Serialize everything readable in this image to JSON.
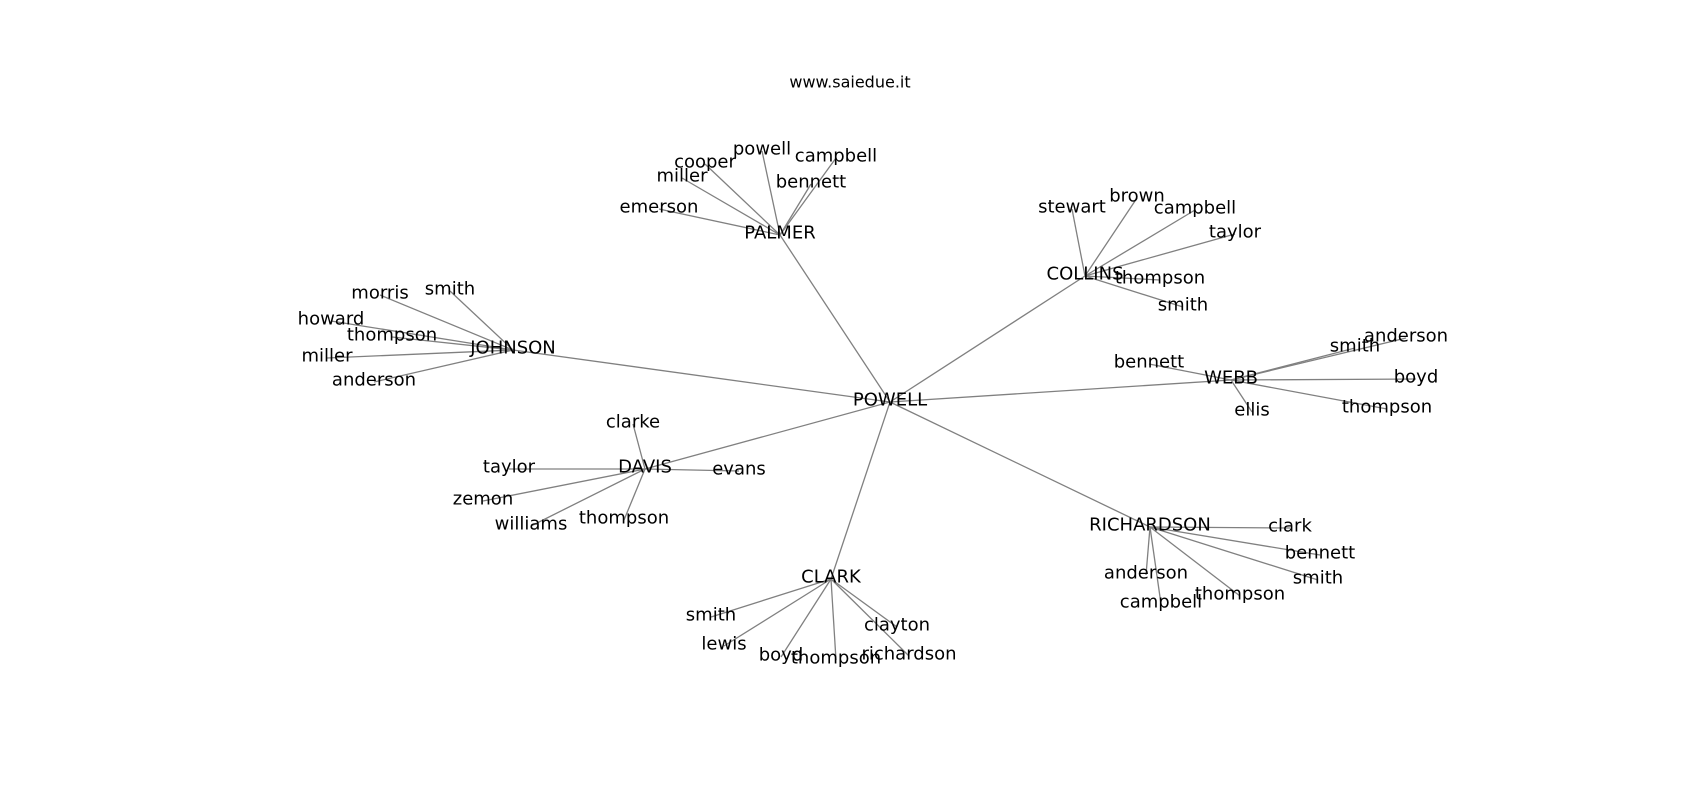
{
  "site_label": "www.saiedue.it",
  "colors": {
    "edge": "#808080",
    "text": "#000000",
    "background": "#ffffff"
  },
  "root": "POWELL",
  "hubs": [
    {
      "name": "PALMER",
      "leaves": [
        "powell",
        "cooper",
        "campbell",
        "miller",
        "bennett",
        "emerson"
      ]
    },
    {
      "name": "COLLINS",
      "leaves": [
        "stewart",
        "brown",
        "campbell",
        "taylor",
        "thompson",
        "smith"
      ]
    },
    {
      "name": "JOHNSON",
      "leaves": [
        "smith",
        "morris",
        "howard",
        "thompson",
        "miller",
        "anderson"
      ]
    },
    {
      "name": "WEBB",
      "leaves": [
        "anderson",
        "smith",
        "bennett",
        "boyd",
        "ellis",
        "thompson"
      ]
    },
    {
      "name": "DAVIS",
      "leaves": [
        "clarke",
        "taylor",
        "evans",
        "zemon",
        "thompson",
        "williams"
      ]
    },
    {
      "name": "RICHARDSON",
      "leaves": [
        "clark",
        "bennett",
        "smith",
        "anderson",
        "thompson",
        "campbell"
      ]
    },
    {
      "name": "CLARK",
      "leaves": [
        "smith",
        "clayton",
        "lewis",
        "boyd",
        "thompson",
        "richardson"
      ]
    }
  ]
}
